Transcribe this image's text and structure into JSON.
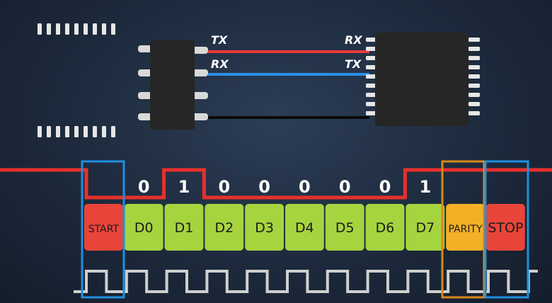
{
  "left_chip": {
    "pin_labels": [
      "TX",
      "RX"
    ]
  },
  "right_chip": {
    "pin_labels": [
      "RX",
      "TX"
    ]
  },
  "frame": {
    "fields": [
      {
        "label": "START",
        "color": "#e8443a"
      },
      {
        "label": "D0",
        "color": "#a6d43f"
      },
      {
        "label": "D1",
        "color": "#a6d43f"
      },
      {
        "label": "D2",
        "color": "#a6d43f"
      },
      {
        "label": "D3",
        "color": "#a6d43f"
      },
      {
        "label": "D4",
        "color": "#a6d43f"
      },
      {
        "label": "D5",
        "color": "#a6d43f"
      },
      {
        "label": "D6",
        "color": "#a6d43f"
      },
      {
        "label": "D7",
        "color": "#a6d43f"
      },
      {
        "label": "PARITY",
        "color": "#f3b027"
      },
      {
        "label": "STOP",
        "color": "#e8443a"
      }
    ],
    "bits": [
      "0",
      "1",
      "0",
      "0",
      "0",
      "0",
      "0",
      "1"
    ]
  },
  "colors": {
    "tx_wire": "#e83a3a",
    "rx_wire": "#2a8fe8",
    "ground_wire": "#0a0a0a",
    "signal": "#e8302c",
    "clock": "#cfcfcf",
    "start_bracket": "#1f8fe0",
    "parity_bracket": "#d88a1a",
    "stop_bracket": "#1f8fe0"
  }
}
